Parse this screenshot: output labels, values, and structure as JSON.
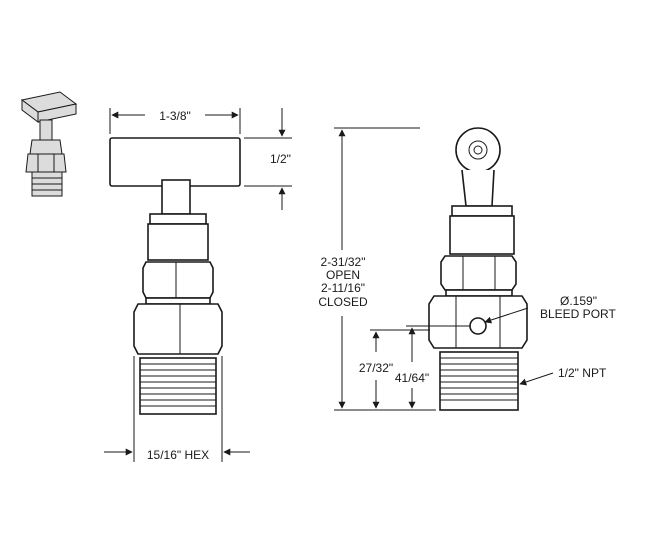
{
  "dimensions": {
    "handle_width": "1-3/8\"",
    "handle_height": "1/2\"",
    "hex_across_flats": "15/16\" HEX",
    "height_open_value": "2-31/32\"",
    "height_open_label": "OPEN",
    "height_closed_value": "2-11/16\"",
    "height_closed_label": "CLOSED",
    "bleed_port_diameter": "Ø.159\"",
    "bleed_port_label": "BLEED PORT",
    "thread_length": "27/32\"",
    "port_height": "41/64\"",
    "thread_spec": "1/2\" NPT"
  }
}
